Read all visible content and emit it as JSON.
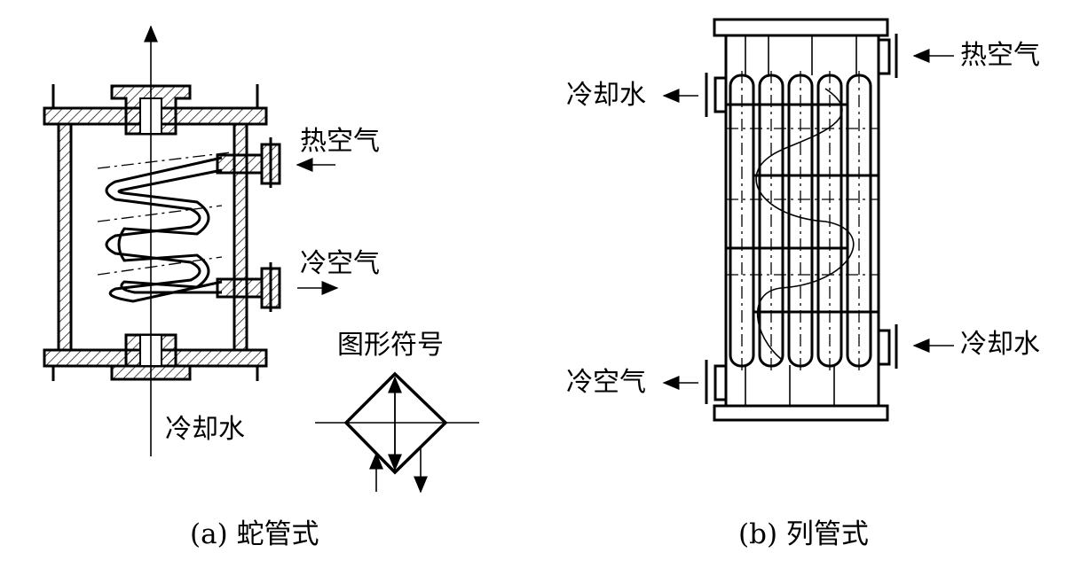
{
  "diagram_a": {
    "label_hot_air": "热空气",
    "label_cold_air": "冷空气",
    "label_cooling_water": "冷却水",
    "symbol_title": "图形符号",
    "caption": "(a) 蛇管式"
  },
  "diagram_b": {
    "label_hot_air": "热空气",
    "label_cooling_water_out": "冷却水",
    "label_cooling_water_in": "冷却水",
    "label_cold_air": "冷空气",
    "caption": "(b) 列管式"
  }
}
